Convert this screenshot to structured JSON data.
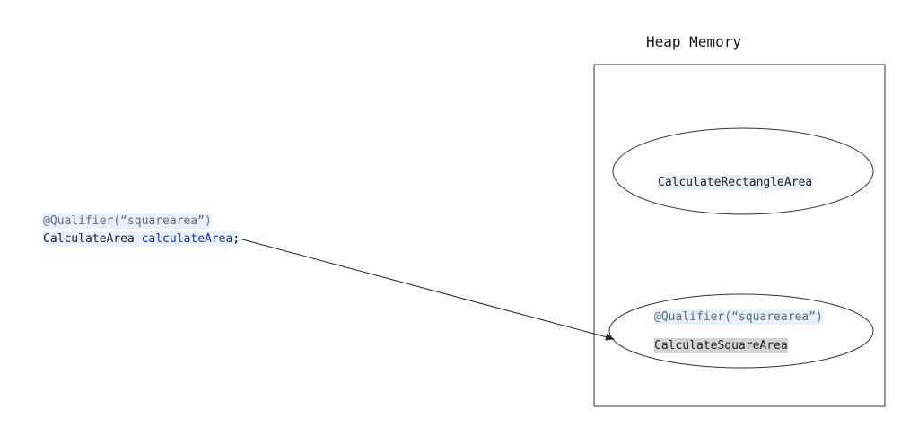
{
  "heap": {
    "title": "Heap Memory",
    "beans": {
      "rectangle": {
        "name": "CalculateRectangleArea"
      },
      "square": {
        "qualifier": "@Qualifier(“squarearea”)",
        "name": "CalculateSquareArea"
      }
    }
  },
  "code": {
    "qualifier": "@Qualifier(“squarearea”)",
    "type": "CalculateArea",
    "variable": "calculateArea",
    "terminator": ";"
  },
  "colors": {
    "line": "#222222",
    "code_highlight": "#e8f1fb",
    "bean_highlight": "#d4d4d4",
    "identifier": "#1a2ea8",
    "annotation": "#5f6b7a"
  }
}
